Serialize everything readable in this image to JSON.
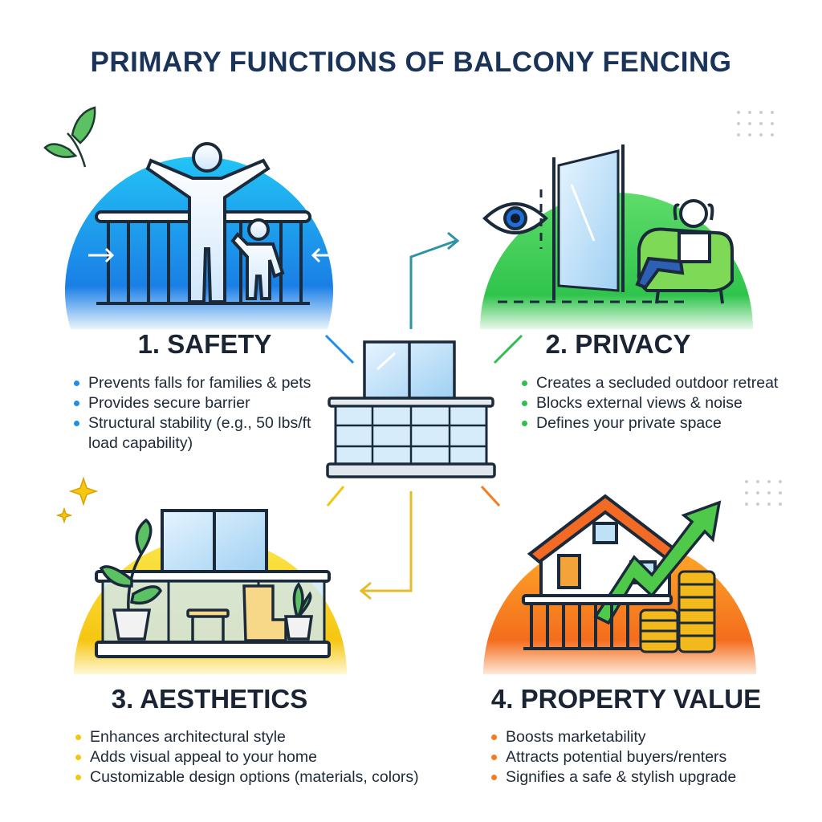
{
  "title": "PRIMARY FUNCTIONS OF BALCONY FENCING",
  "sections": [
    {
      "heading": "1. SAFETY",
      "accent": "#1e8fe8",
      "bullets": [
        "Prevents falls for families & pets",
        "Provides secure barrier",
        "Structural stability (e.g., 50 lbs/ft load capability)"
      ]
    },
    {
      "heading": "2. PRIVACY",
      "accent": "#2fbf4f",
      "bullets": [
        "Creates a secluded outdoor retreat",
        "Blocks external views & noise",
        "Defines your private space"
      ]
    },
    {
      "heading": "3. AESTHETICS",
      "accent": "#f2c80f",
      "bullets": [
        "Enhances architectural style",
        "Adds visual appeal to your home",
        "Customizable design options (materials, colors)"
      ]
    },
    {
      "heading": "4. PROPERTY VALUE",
      "accent": "#f57c1f",
      "bullets": [
        "Boosts marketability",
        "Attracts potential buyers/renters",
        "Signifies a safe & stylish upgrade"
      ]
    }
  ]
}
